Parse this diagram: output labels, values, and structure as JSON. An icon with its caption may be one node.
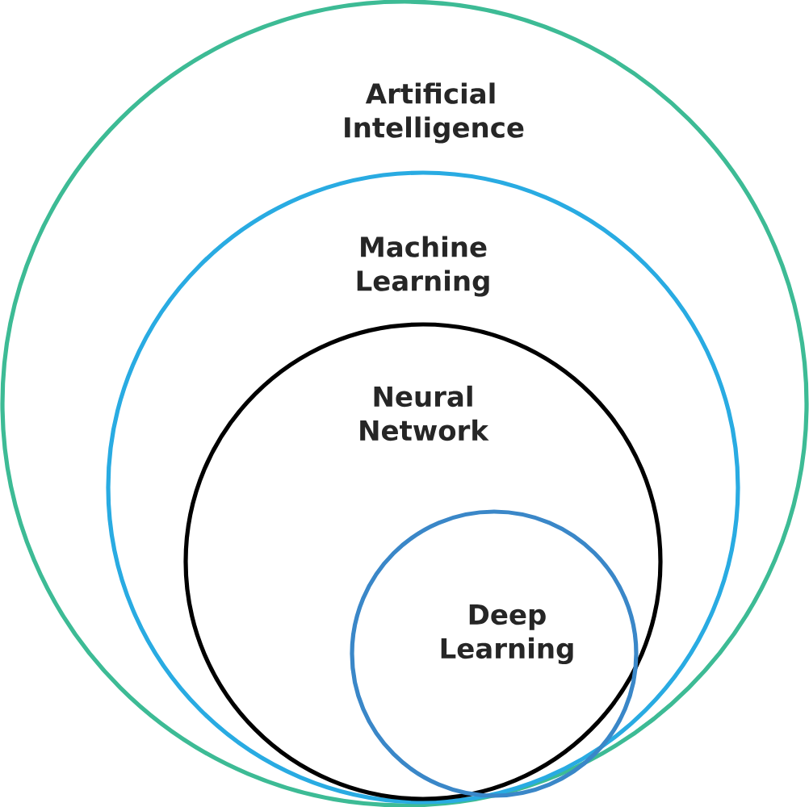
{
  "diagram": {
    "nodes": [
      {
        "text": [
          "Artificial Intelligence"
        ]
      },
      {
        "text": [
          "Machine Learning"
        ],
        "in": 0
      },
      {
        "text": [
          "Neural Network"
        ],
        "in": 1
      },
      {
        "text": [
          "Deep Learning"
        ],
        "in": 2
      }
    ]
  }
}
